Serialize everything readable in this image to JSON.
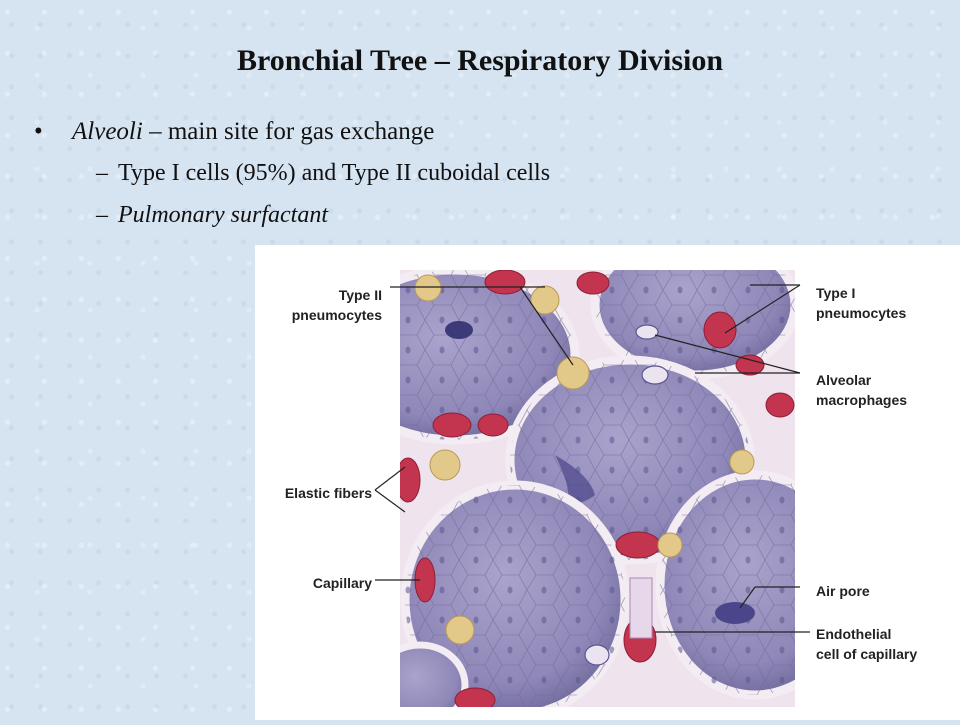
{
  "slide": {
    "title": "Bronchial Tree – Respiratory Division",
    "bullet": {
      "marker": "•",
      "italic_text": "Alveoli",
      "rest_text": " – main site for gas exchange"
    },
    "subbullets": [
      {
        "marker": "–",
        "text": "Type I cells (95%) and Type II cuboidal cells",
        "italic": false
      },
      {
        "marker": "–",
        "text": "Pulmonary surfactant",
        "italic": true
      }
    ]
  },
  "figure": {
    "labels": {
      "type2": "Type II\npneumocytes",
      "type1": "Type I\npneumocytes",
      "macro": "Alveolar\nmacrophages",
      "elastic": "Elastic fibers",
      "capillary": "Capillary",
      "airpore": "Air pore",
      "endo": "Endothelial\ncell of capillary"
    }
  },
  "colors": {
    "alveolus": "#8f88b8",
    "wall": "#efe4ee",
    "capillary": "#c3344f",
    "type2": "#e2c98a",
    "nucleus": "#4a4689"
  }
}
